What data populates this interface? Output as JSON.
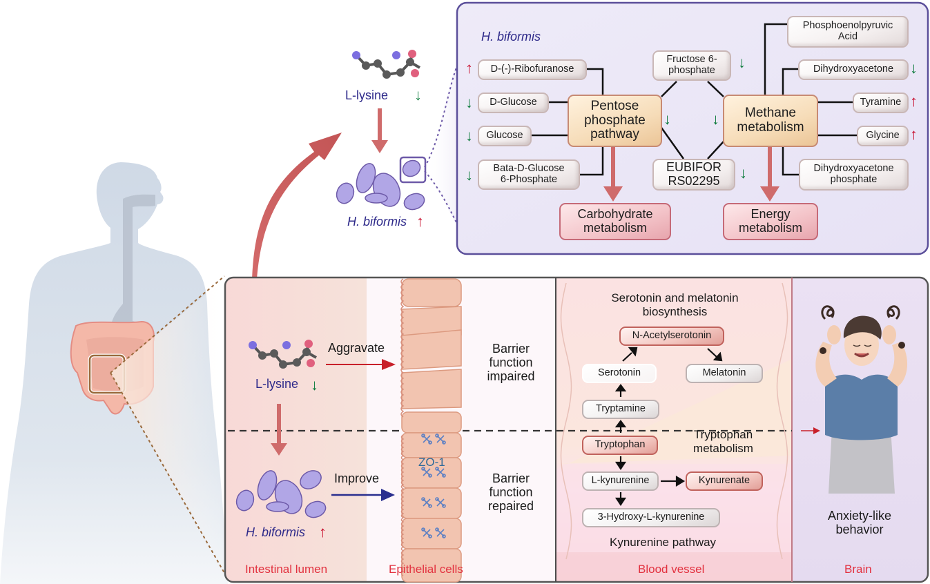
{
  "colors": {
    "up_arrow": "#c8102e",
    "down_arrow": "#0a7a3a",
    "section_label": "#e2313f",
    "organism_text": "#2e2a8a",
    "panel_border": "#5b4f9a",
    "improve_arrow": "#2a2f8f",
    "aggravate_arrow": "#c8202a"
  },
  "overview": {
    "l_lysine": {
      "label": "L-lysine",
      "trend": "down"
    },
    "h_biformis": {
      "label": "H. biformis",
      "trend": "up"
    }
  },
  "top_panel": {
    "organism": "H. biformis",
    "hubs": {
      "pentose": "Pentose phosphate pathway",
      "methane": "Methane metabolism"
    },
    "pentose_hub_trend": "down",
    "methane_hub_trend": "down",
    "left_metabolites": [
      {
        "label": "D-(-)-Ribofuranose",
        "trend": "up"
      },
      {
        "label": "D-Glucose",
        "trend": "down"
      },
      {
        "label": "Glucose",
        "trend": "down"
      },
      {
        "label": "Bata-D-Glucose 6-Phosphate",
        "trend": "down"
      }
    ],
    "shared_top": {
      "label": "Fructose 6-phosphate",
      "trend": "down"
    },
    "shared_bottom": {
      "label": "EUBIFOR RS02295",
      "trend": "down"
    },
    "right_metabolites": [
      {
        "label": "Phosphoenolpyruvic Acid",
        "trend": "none"
      },
      {
        "label": "Dihydroxyacetone",
        "trend": "down"
      },
      {
        "label": "Tyramine",
        "trend": "up"
      },
      {
        "label": "Glycine",
        "trend": "up"
      },
      {
        "label": "Dihydroxyacetone phosphate",
        "trend": "none"
      }
    ],
    "outcomes": {
      "carbohydrate": "Carbohydrate metabolism",
      "energy": "Energy metabolism"
    }
  },
  "bottom_panel": {
    "lumen": {
      "l_lysine": {
        "label": "L-lysine",
        "trend": "down"
      },
      "h_biformis": {
        "label": "H. biformis",
        "trend": "up"
      },
      "aggravate": "Aggravate",
      "improve": "Improve"
    },
    "epithelium": {
      "zo1": "ZO-1",
      "impaired": "Barrier function impaired",
      "repaired": "Barrier function repaired"
    },
    "blood": {
      "serotonin_title": "Serotonin and melatonin biosynthesis",
      "nodes": {
        "n_acetylserotonin": "N-Acetylserotonin",
        "serotonin": "Serotonin",
        "melatonin": "Melatonin",
        "tryptamine": "Tryptamine",
        "tryptophan": "Tryptophan",
        "l_kynurenine": "L-kynurenine",
        "kynurenate": "Kynurenate",
        "hydroxy_kynurenine": "3-Hydroxy-L-kynurenine"
      },
      "tryptophan_title": "Tryptophan metabolism",
      "kynurenine_title": "Kynurenine pathway"
    },
    "brain": {
      "behavior": "Anxiety-like behavior"
    },
    "section_labels": {
      "lumen": "Intestinal lumen",
      "epithelial": "Epithelial cells",
      "blood": "Blood vessel",
      "brain": "Brain"
    }
  }
}
